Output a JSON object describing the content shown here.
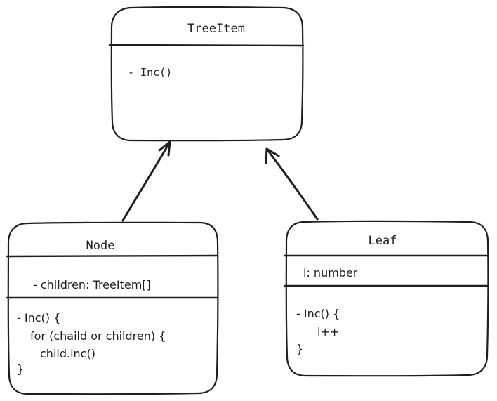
{
  "classes": {
    "treeitem": {
      "name": "TreeItem",
      "methods": [
        "- Inc()"
      ]
    },
    "node": {
      "name": "Node",
      "attributes": [
        "- children: TreeItem[]"
      ],
      "methods": [
        "- Inc() {",
        "for (chaild or children) {",
        "child.inc()",
        "}"
      ]
    },
    "leaf": {
      "name": "Leaf",
      "attributes": [
        "i: number"
      ],
      "methods": [
        "- Inc() {",
        "i++",
        "}"
      ]
    }
  },
  "relations": [
    {
      "from": "Node",
      "to": "TreeItem",
      "type": "inheritance"
    },
    {
      "from": "Leaf",
      "to": "TreeItem",
      "type": "inheritance"
    }
  ]
}
